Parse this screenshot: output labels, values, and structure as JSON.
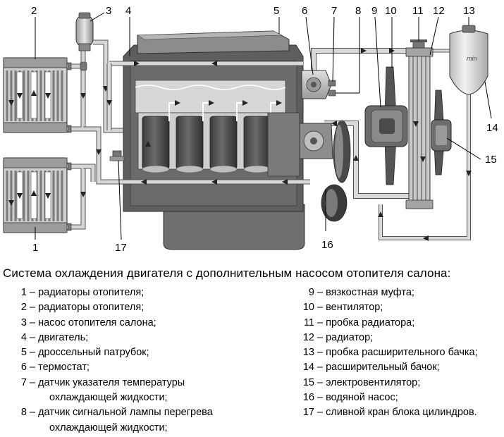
{
  "callouts": {
    "n1": "1",
    "n2": "2",
    "n3": "3",
    "n4": "4",
    "n5": "5",
    "n6": "6",
    "n7": "7",
    "n8": "8",
    "n9": "9",
    "n10": "10",
    "n11": "11",
    "n12": "12",
    "n13": "13",
    "n14": "14",
    "n15": "15",
    "n16": "16",
    "n17": "17"
  },
  "tank_label": "min",
  "caption": {
    "title": "Система охлаждения двигателя с дополнительным насосом отопителя салона:"
  },
  "legend_left": [
    {
      "num": "1",
      "text": "– радиаторы отопителя;"
    },
    {
      "num": "2",
      "text": "– радиаторы отопителя;"
    },
    {
      "num": "3",
      "text": "– насос отопителя салона;"
    },
    {
      "num": "4",
      "text": "– двигатель;"
    },
    {
      "num": "5",
      "text": "– дроссельный патрубок;"
    },
    {
      "num": "6",
      "text": "– термостат;"
    },
    {
      "num": "7",
      "text": "– датчик указателя температуры",
      "cont": "охлаждающей жидкости;"
    },
    {
      "num": "8",
      "text": "– датчик сигнальной лампы перегрева",
      "cont": "охлаждающей жидкости;"
    }
  ],
  "legend_right": [
    {
      "num": "9",
      "text": "– вязкостная муфта;"
    },
    {
      "num": "10",
      "text": "– вентилятор;"
    },
    {
      "num": "11",
      "text": "– пробка радиатора;"
    },
    {
      "num": "12",
      "text": "– радиатор;"
    },
    {
      "num": "13",
      "text": "– пробка расширительного бачка;"
    },
    {
      "num": "14",
      "text": "– расширительный бачок;"
    },
    {
      "num": "15",
      "text": "– электровентилятор;"
    },
    {
      "num": "16",
      "text": "– водяной насос;"
    },
    {
      "num": "17",
      "text": "– сливной кран блока цилиндров."
    }
  ],
  "colors": {
    "metal_dark": "#5a5a5a",
    "metal_mid": "#8a8a8a",
    "metal_light": "#c8c8c8",
    "coolant": "#d9d9d9",
    "pipe": "#bdbdbd"
  }
}
